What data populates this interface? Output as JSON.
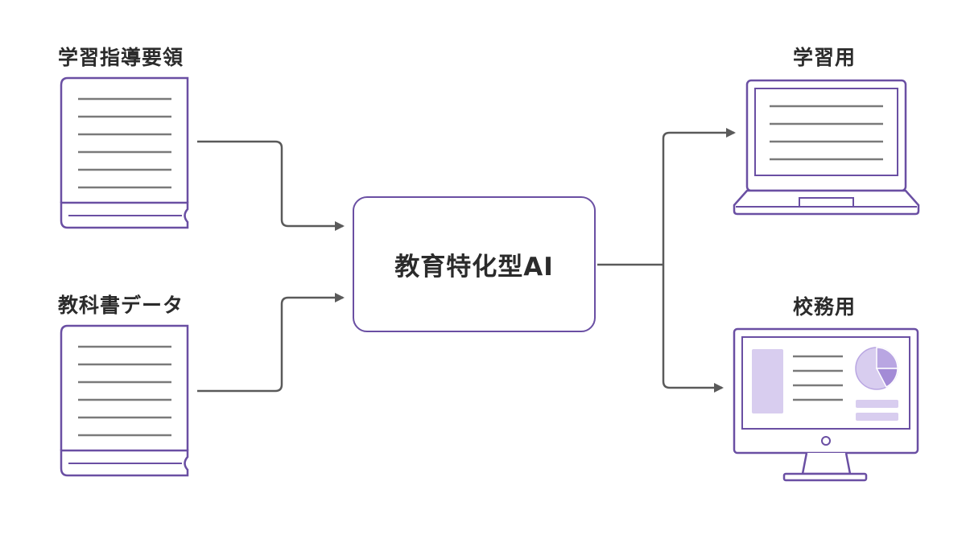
{
  "labels": {
    "guidelines": "学習指導要領",
    "textbook": "教科書データ",
    "learning": "学習用",
    "admin": "校務用"
  },
  "center": {
    "title": "教育特化型AI"
  },
  "icons": {
    "guidelines": "book-icon",
    "textbook": "book-icon",
    "learning": "laptop-icon",
    "admin": "monitor-dashboard-icon"
  },
  "colors": {
    "accent": "#6a4fa3",
    "accent_light": "#d8cdef",
    "accent_mid": "#b9a6e2",
    "connector": "#5a5a5a",
    "text": "#2b2b2b",
    "line": "#7a7a7a"
  }
}
